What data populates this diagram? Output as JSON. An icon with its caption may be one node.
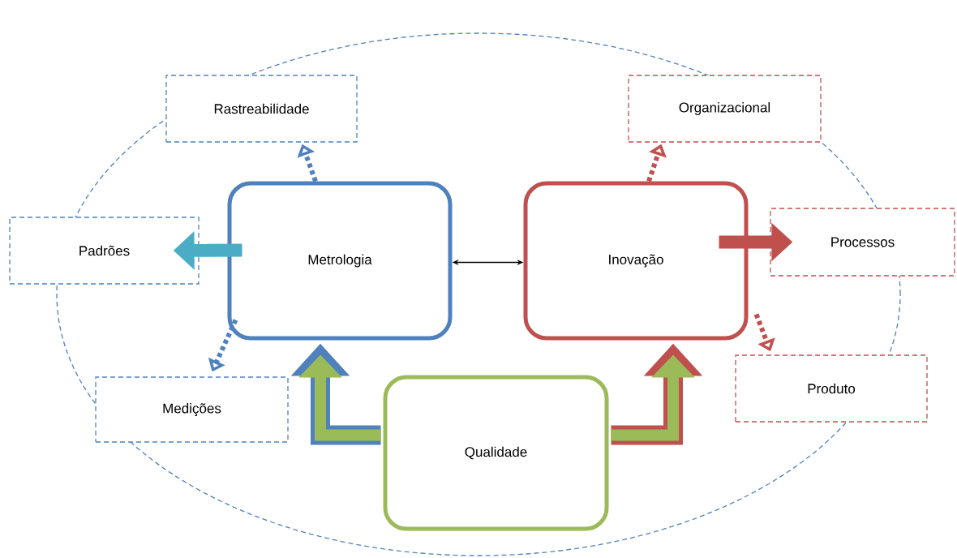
{
  "diagram": {
    "nodes": [
      {
        "text": [
          "Rastreabilidade"
        ]
      },
      {
        "text": [
          "Organizacional"
        ]
      },
      {
        "text": [
          "Padrões"
        ]
      },
      {
        "text": [
          "Metrologia"
        ]
      },
      {
        "text": [
          "Inovação"
        ]
      },
      {
        "text": [
          "Processos"
        ]
      },
      {
        "text": [
          "Medições"
        ]
      },
      {
        "text": [
          "Produto"
        ]
      },
      {
        "text": [
          "Qualidade"
        ]
      }
    ],
    "edges": [
      {
        "from": 3,
        "to": 0,
        "arrow": "to",
        "style": "dashed",
        "color": "#4f81bd"
      },
      {
        "from": 4,
        "to": 1,
        "arrow": "to",
        "style": "dashed",
        "color": "#c0504d"
      },
      {
        "from": 3,
        "to": 2,
        "arrow": "to",
        "style": "thick",
        "color": "#4bacc6"
      },
      {
        "from": 4,
        "to": 5,
        "arrow": "to",
        "style": "thick",
        "color": "#c0504d"
      },
      {
        "from": 3,
        "to": 6,
        "arrow": "to",
        "style": "dashed",
        "color": "#4f81bd"
      },
      {
        "from": 4,
        "to": 7,
        "arrow": "to",
        "style": "dashed",
        "color": "#c0504d"
      },
      {
        "from": 3,
        "to": 4,
        "arrow": "both",
        "color": "#000000"
      },
      {
        "from": 8,
        "to": 3,
        "arrow": "to",
        "style": "thick",
        "color": "#4f81bd"
      },
      {
        "from": 8,
        "to": 4,
        "arrow": "to",
        "style": "thick",
        "color": "#c0504d"
      }
    ]
  }
}
